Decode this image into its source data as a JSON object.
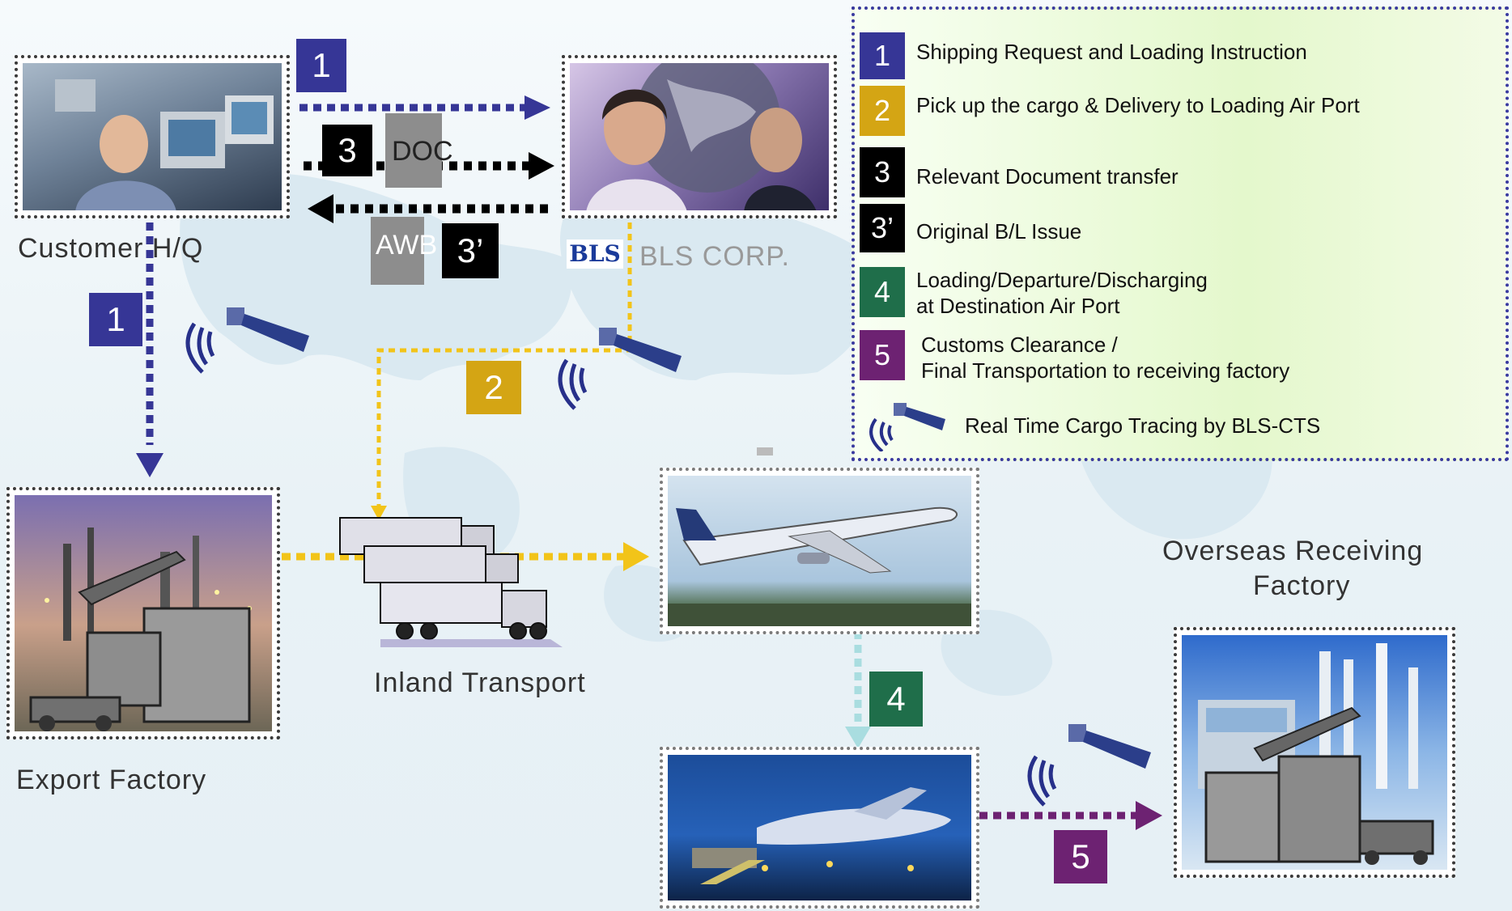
{
  "nodes": {
    "customer_hq": "Customer H/Q",
    "bls_corp": "BLS CORP.",
    "bls_logo": "BLS",
    "export_factory": "Export Factory",
    "inland_transport": "Inland Transport",
    "overseas_factory_line1": "Overseas Receiving",
    "overseas_factory_line2": "Factory"
  },
  "documents": {
    "doc": "DOC",
    "awb": "AWB"
  },
  "badges": {
    "b1": "1",
    "b2": "2",
    "b3": "3",
    "b3p": "3’",
    "b4": "4",
    "b5": "5"
  },
  "legend": [
    {
      "num": "1",
      "color": "#363696",
      "text1": "Shipping Request and Loading Instruction",
      "text2": ""
    },
    {
      "num": "2",
      "color": "#d4a514",
      "text1": "Pick up the cargo & Delivery to Loading Air Port",
      "text2": ""
    },
    {
      "num": "3",
      "color": "#000000",
      "text1": "Relevant Document transfer",
      "text2": ""
    },
    {
      "num": "3’",
      "color": "#000000",
      "text1": "Original B/L Issue",
      "text2": ""
    },
    {
      "num": "4",
      "color": "#1f6e4a",
      "text1": "Loading/Departure/Discharging",
      "text2": "at Destination Air Port"
    },
    {
      "num": "5",
      "color": "#6d2272",
      "text1": "Customs Clearance /",
      "text2": "Final Transportation to receiving factory"
    }
  ],
  "legend_tracking": "Real Time Cargo Tracing by BLS-CTS",
  "colors": {
    "step1": "#363696",
    "step2": "#f2c419",
    "step3": "#000000",
    "step4": "#a9dde0",
    "step5": "#6d2272",
    "step4_badge": "#1f6e4a",
    "step2_badge": "#d4a514",
    "step5_badge": "#6d2272"
  }
}
